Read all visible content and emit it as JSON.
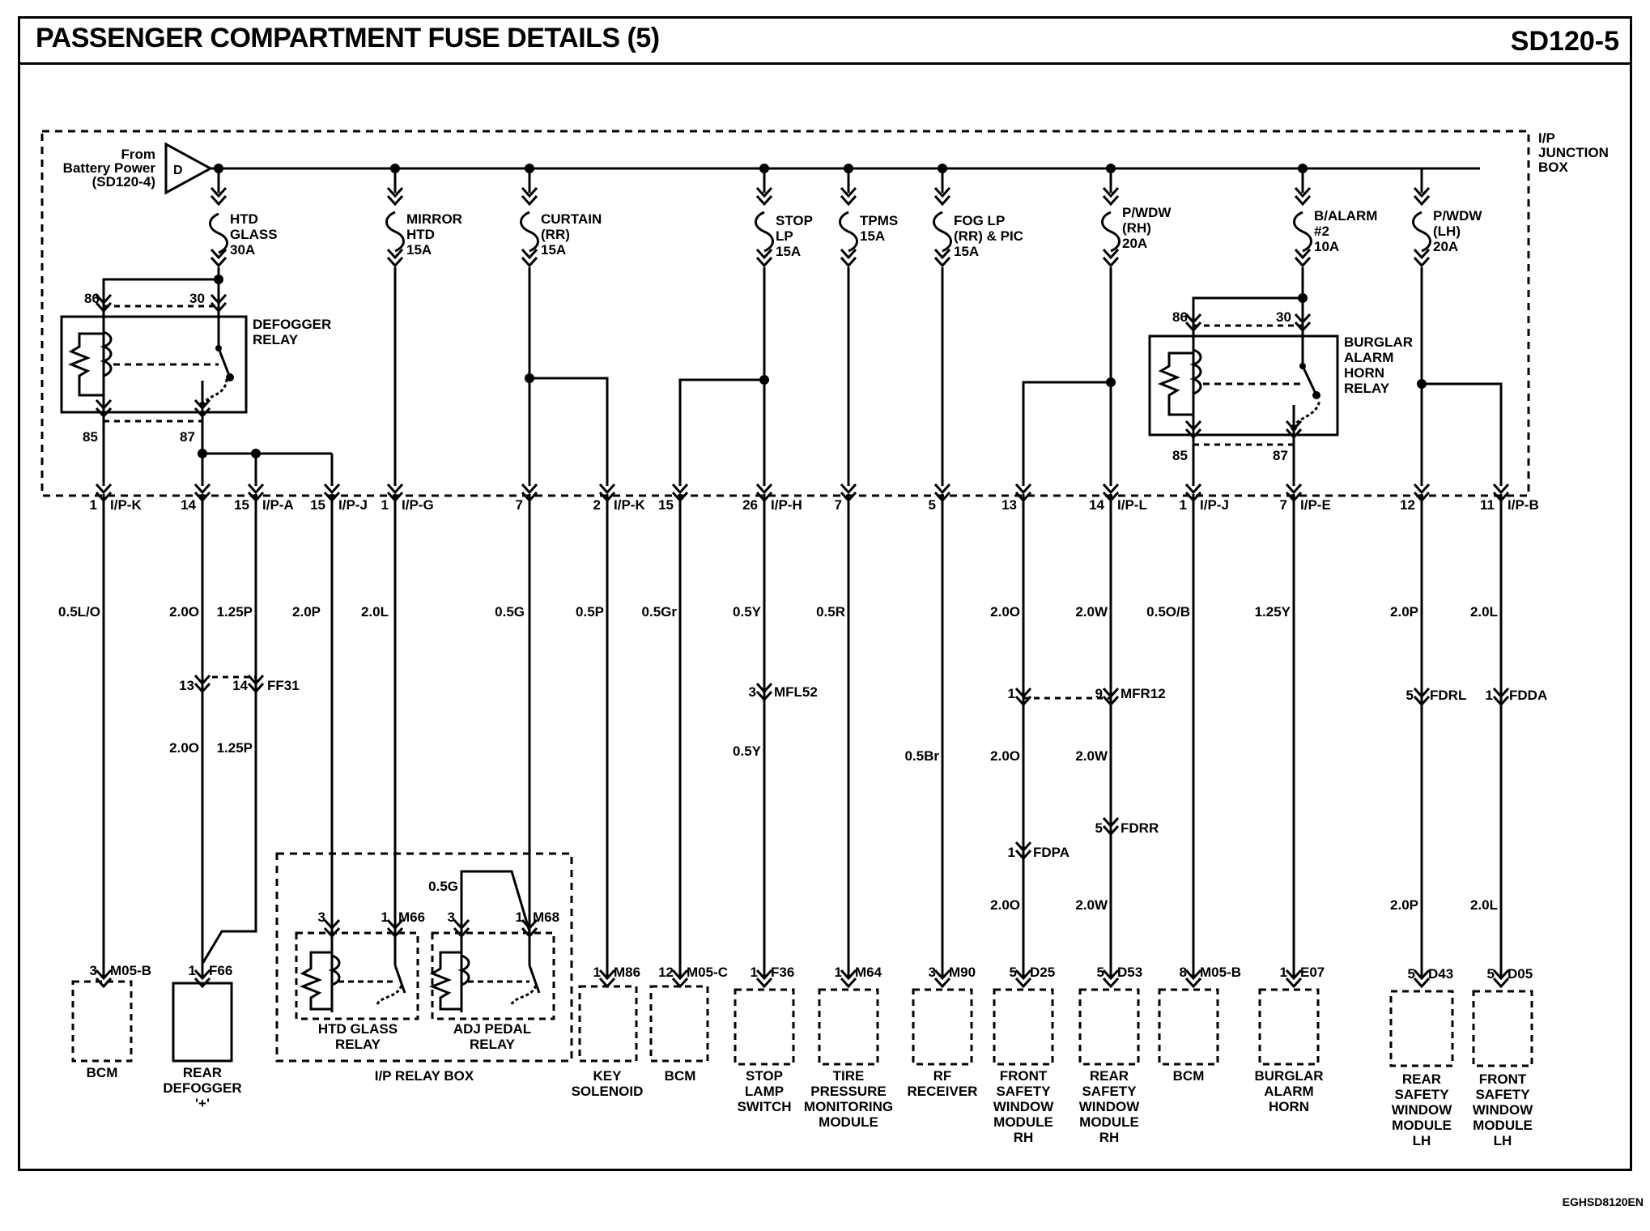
{
  "header": {
    "title": "PASSENGER COMPARTMENT FUSE DETAILS (5)",
    "page_code": "SD120-5"
  },
  "figure_code": "EGHSD8120EN",
  "junction_box": [
    "I/P",
    "JUNCTION",
    "BOX"
  ],
  "source": {
    "lines": [
      "From",
      "Battery Power",
      "(SD120-4)"
    ],
    "connector": "D"
  },
  "fuses": [
    {
      "lines": [
        "HTD",
        "GLASS",
        "30A"
      ]
    },
    {
      "lines": [
        "MIRROR",
        "HTD",
        "15A"
      ]
    },
    {
      "lines": [
        "CURTAIN",
        "(RR)",
        "15A"
      ]
    },
    {
      "lines": [
        "STOP",
        "LP",
        "15A"
      ]
    },
    {
      "lines": [
        "TPMS",
        "15A"
      ]
    },
    {
      "lines": [
        "FOG LP",
        "(RR) & PIC",
        "15A"
      ]
    },
    {
      "lines": [
        "P/WDW",
        "(RH)",
        "20A"
      ]
    },
    {
      "lines": [
        "B/ALARM",
        "#2",
        "10A"
      ]
    },
    {
      "lines": [
        "P/WDW",
        "(LH)",
        "20A"
      ]
    }
  ],
  "relays": {
    "defogger": {
      "name": [
        "DEFOGGER",
        "RELAY"
      ],
      "pins": [
        "86",
        "30",
        "85",
        "87"
      ]
    },
    "burglar": {
      "name": [
        "BURGLAR",
        "ALARM",
        "HORN",
        "RELAY"
      ],
      "pins": [
        "86",
        "30",
        "85",
        "87"
      ]
    }
  },
  "connector_labels": [
    {
      "pin": "1",
      "name": "I/P-K"
    },
    {
      "pin": "14",
      "name": ""
    },
    {
      "pin": "15",
      "name": "I/P-A"
    },
    {
      "pin": "15",
      "name": "I/P-J"
    },
    {
      "pin": "1",
      "name": "I/P-G"
    },
    {
      "pin": "7",
      "name": ""
    },
    {
      "pin": "2",
      "name": "I/P-K"
    },
    {
      "pin": "15",
      "name": ""
    },
    {
      "pin": "26",
      "name": "I/P-H"
    },
    {
      "pin": "7",
      "name": ""
    },
    {
      "pin": "5",
      "name": ""
    },
    {
      "pin": "13",
      "name": ""
    },
    {
      "pin": "14",
      "name": "I/P-L"
    },
    {
      "pin": "1",
      "name": "I/P-J"
    },
    {
      "pin": "7",
      "name": "I/P-E"
    },
    {
      "pin": "12",
      "name": ""
    },
    {
      "pin": "11",
      "name": "I/P-B"
    }
  ],
  "wires_top": [
    "0.5L/O",
    "2.0O",
    "1.25P",
    "2.0P",
    "2.0L",
    "0.5G",
    "0.5P",
    "0.5Gr",
    "0.5Y",
    "0.5R",
    "2.0O",
    "2.0W",
    "0.5O/B",
    "1.25Y",
    "2.0P",
    "2.0L"
  ],
  "inline": {
    "ff31": {
      "name": "FF31",
      "pins": [
        "13",
        "14"
      ]
    },
    "mfl52": {
      "name": "MFL52",
      "pin": "3"
    },
    "mfr12": {
      "name": "MFR12",
      "pins": [
        "1",
        "9"
      ]
    },
    "fdrl": {
      "name": "FDRL",
      "pin": "5"
    },
    "fdda": {
      "name": "FDDA",
      "pin": "1"
    },
    "fdrr": {
      "name": "FDRR",
      "pin": "5"
    },
    "fdpa": {
      "name": "FDPA",
      "pin": "1"
    }
  },
  "wires_mid": [
    "2.0O",
    "1.25P",
    "0.5Y",
    "0.5Br",
    "2.0O",
    "2.0W",
    "2.0O",
    "2.0W",
    "2.0P",
    "2.0L",
    "0.5G"
  ],
  "relay_box": {
    "name": "I/P RELAY BOX",
    "htd": {
      "name": [
        "HTD GLASS",
        "RELAY"
      ],
      "pins": [
        "3",
        "1"
      ],
      "connector": "M66"
    },
    "adj": {
      "name": [
        "ADJ PEDAL",
        "RELAY"
      ],
      "pins": [
        "3",
        "1"
      ],
      "connector": "M68"
    }
  },
  "components": [
    {
      "pin": "3",
      "conn": "M05-B",
      "lines": [
        "BCM"
      ]
    },
    {
      "pin": "1",
      "conn": "F66",
      "lines": [
        "REAR",
        "DEFOGGER",
        "'+'"
      ]
    },
    {
      "pin": "1",
      "conn": "M86",
      "lines": [
        "KEY",
        "SOLENOID"
      ]
    },
    {
      "pin": "12",
      "conn": "M05-C",
      "lines": [
        "BCM"
      ]
    },
    {
      "pin": "1",
      "conn": "F36",
      "lines": [
        "STOP",
        "LAMP",
        "SWITCH"
      ]
    },
    {
      "pin": "1",
      "conn": "M64",
      "lines": [
        "TIRE",
        "PRESSURE",
        "MONITORING",
        "MODULE"
      ]
    },
    {
      "pin": "3",
      "conn": "M90",
      "lines": [
        "RF",
        "RECEIVER"
      ]
    },
    {
      "pin": "5",
      "conn": "D25",
      "lines": [
        "FRONT",
        "SAFETY",
        "WINDOW",
        "MODULE",
        "RH"
      ]
    },
    {
      "pin": "5",
      "conn": "D53",
      "lines": [
        "REAR",
        "SAFETY",
        "WINDOW",
        "MODULE",
        "RH"
      ]
    },
    {
      "pin": "8",
      "conn": "M05-B",
      "lines": [
        "BCM"
      ]
    },
    {
      "pin": "1",
      "conn": "E07",
      "lines": [
        "BURGLAR",
        "ALARM",
        "HORN"
      ]
    },
    {
      "pin": "5",
      "conn": "D43",
      "lines": [
        "REAR",
        "SAFETY",
        "WINDOW",
        "MODULE",
        "LH"
      ]
    },
    {
      "pin": "5",
      "conn": "D05",
      "lines": [
        "FRONT",
        "SAFETY",
        "WINDOW",
        "MODULE",
        "LH"
      ]
    }
  ]
}
